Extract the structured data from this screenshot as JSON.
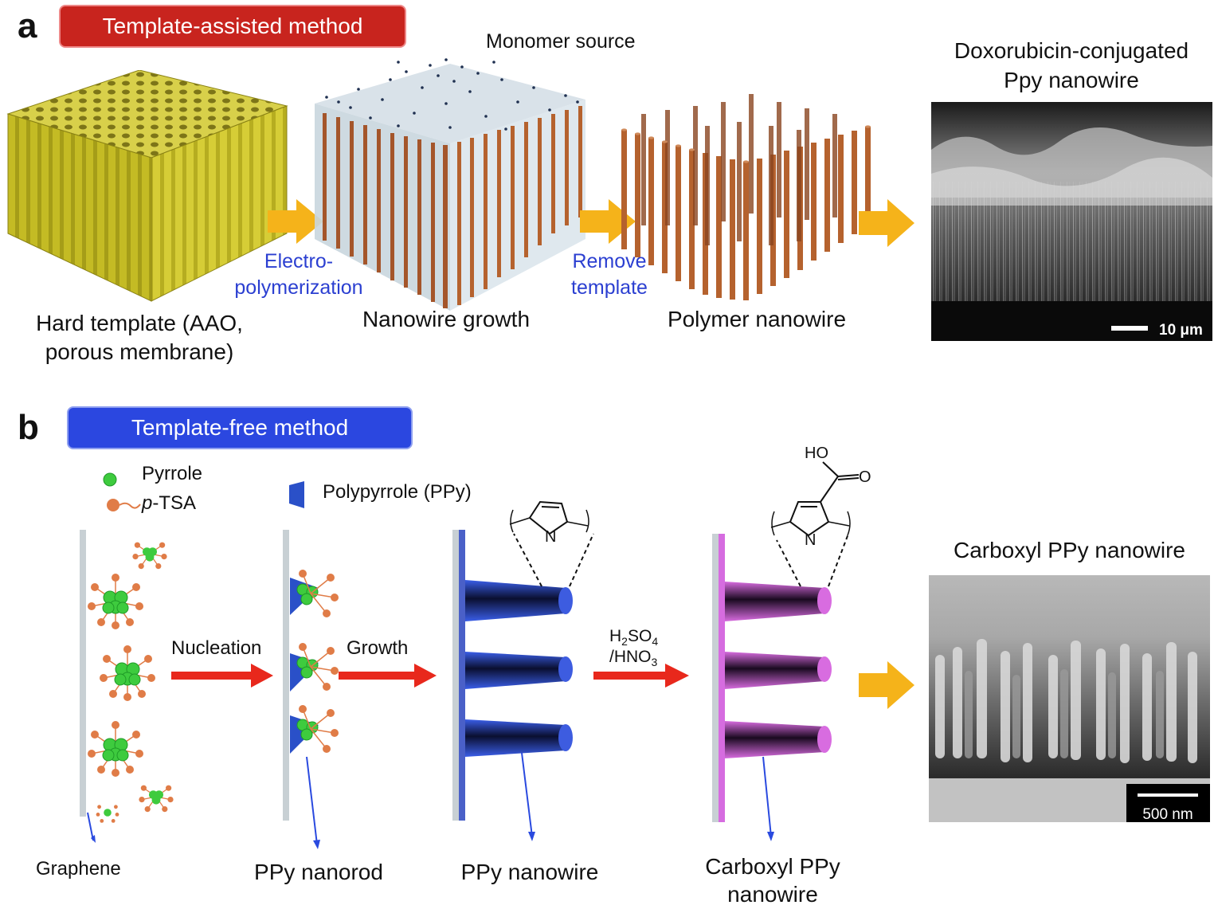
{
  "panel_a": {
    "label": "a",
    "method": "Template-assisted method",
    "monomer_source": "Monomer source",
    "step1_caption_line1": "Hard template (AAO,",
    "step1_caption_line2": "porous membrane)",
    "arrow1_line1": "Electro-",
    "arrow1_line2": "polymerization",
    "step2_caption": "Nanowire growth",
    "arrow2_line1": "Remove",
    "arrow2_line2": "template",
    "step3_caption": "Polymer nanowire",
    "sem_title_line1": "Doxorubicin-conjugated",
    "sem_title_line2": "Ppy nanowire",
    "sem_scale": "10 μm"
  },
  "panel_b": {
    "label": "b",
    "method": "Template-free method",
    "legend_pyrrole": "Pyrrole",
    "legend_ptsa_italic": "p",
    "legend_ptsa_rest": "-TSA",
    "legend_ppy": "Polypyrrole (PPy)",
    "nucleation": "Nucleation",
    "growth": "Growth",
    "acid_h": "H",
    "acid_2": "2",
    "acid_so": "SO",
    "acid_4": "4",
    "acid_hno": "/HNO",
    "acid_3": "3",
    "ho": "HO",
    "o": "O",
    "n": "N",
    "graphene": "Graphene",
    "ppy_nanorod": "PPy nanorod",
    "ppy_nanowire": "PPy nanowire",
    "carboxyl_line1": "Carboxyl PPy",
    "carboxyl_line2": "nanowire",
    "sem_title": "Carboxyl PPy nanowire",
    "sem_scale": "500 nm"
  },
  "colors": {
    "red_badge": "#c8241e",
    "blue_badge": "#2b47e0",
    "orange_arrow": "#f5b31a",
    "red_arrow": "#e8281c",
    "blue_text": "#2b3fd1",
    "nanowire_brown": "#b5622e",
    "template_yellow": "#c9c02a"
  }
}
